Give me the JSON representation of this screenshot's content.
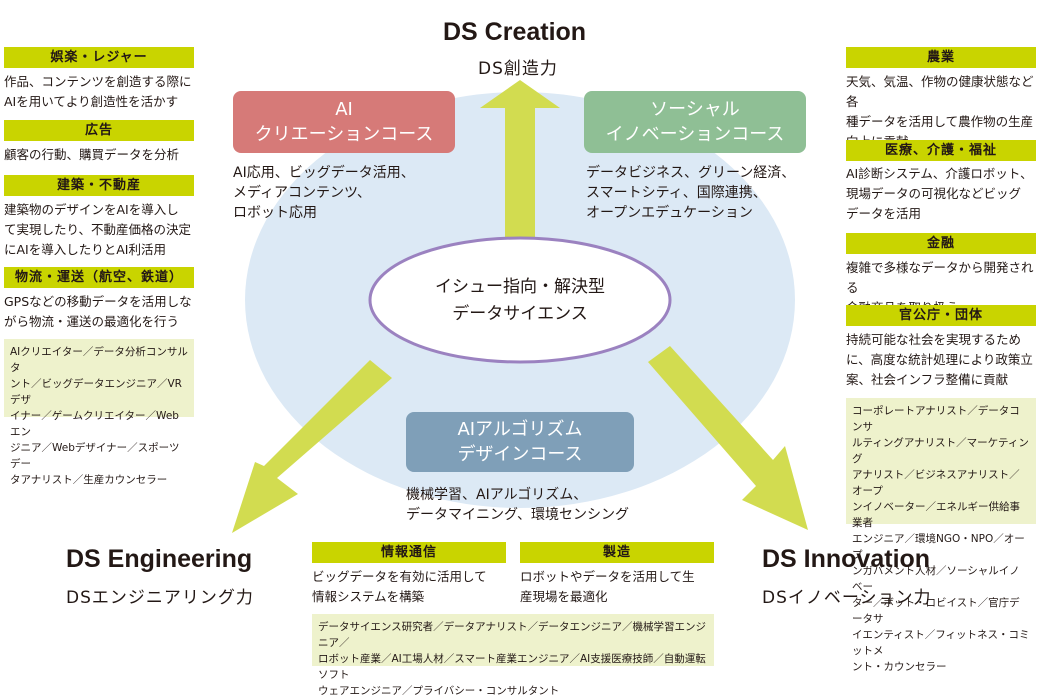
{
  "top": {
    "title": "DS Creation",
    "subtitle": "DS創造力"
  },
  "bottom_left": {
    "title": "DS Engineering",
    "subtitle": "DSエンジニアリング力"
  },
  "bottom_right": {
    "title": "DS Innovation",
    "subtitle": "DSイノベーション力"
  },
  "center": {
    "text": "イシュー指向・解決型\nデータサイエンス"
  },
  "courses": {
    "ai_creation": {
      "label": "AI\nクリエーションコース",
      "color": "#d67a78",
      "desc": "AI応用、ビッグデータ活用、\nメディアコンテンツ、\nロボット応用"
    },
    "social_innovation": {
      "label": "ソーシャル\nイノベーションコース",
      "color": "#8fbf95",
      "desc": "データビジネス、グリーン経済、\nスマートシティ、国際連携、\nオープンエデュケーション"
    },
    "algorithm_design": {
      "label": "AIアルゴリズム\nデザインコース",
      "color": "#7f9fb8",
      "desc": "機械学習、AIアルゴリズム、\nデータマイニング、環境センシング"
    }
  },
  "left_fields": [
    {
      "title": "娯楽・レジャー",
      "text": "作品、コンテンツを創造する際に\nAIを用いてより創造性を活かす"
    },
    {
      "title": "広告",
      "text": "顧客の行動、購買データを分析"
    },
    {
      "title": "建築・不動産",
      "text": "建築物のデザインをAIを導入し\nて実現したり、不動産価格の決定\nにAIを導入したりとAI利活用"
    },
    {
      "title": "物流・運送（航空、鉄道）",
      "text": "GPSなどの移動データを活用しな\nがら物流・運送の最適化を行う"
    }
  ],
  "left_jobs": "AIクリエイター／データ分析コンサルタ\nント／ビッグデータエンジニア／VRデザ\nイナー／ゲームクリエイター／Webエン\nジニア／Webデザイナー／スポーツデー\nタアナリスト／生産カウンセラー",
  "right_fields": [
    {
      "title": "農業",
      "text": "天気、気温、作物の健康状態など各\n種データを活用して農作物の生産\n向上に貢献"
    },
    {
      "title": "医療、介護・福祉",
      "text": "AI診断システム、介護ロボット、\n現場データの可視化などビッグ\nデータを活用"
    },
    {
      "title": "金融",
      "text": "複雑で多様なデータから開発される\n金融商品を取り扱う"
    },
    {
      "title": "官公庁・団体",
      "text": "持続可能な社会を実現するため\nに、高度な統計処理により政策立\n案、社会インフラ整備に貢献"
    }
  ],
  "right_jobs": "コーポレートアナリスト／データコンサ\nルティングアナリスト／マーケティング\nアナリスト／ビジネスアナリスト／オープ\nンイノベーター／エネルギー供給事業者\nエンジニア／環境NGO・NPO／オープ\nンガバメント人材／ソーシャルイノベー\nター／ボット・ロビイスト／官庁データサ\nイエンティスト／フィットネス・コミットメ\nント・カウンセラー",
  "bottom_fields": [
    {
      "title": "情報通信",
      "text": "ビッグデータを有効に活用して\n情報システムを構築"
    },
    {
      "title": "製造",
      "text": "ロボットやデータを活用して生\n産現場を最適化"
    }
  ],
  "bottom_jobs": "データサイエンス研究者／データアナリスト／データエンジニア／機械学習エンジニア／\nロボット産業／AI工場人材／スマート産業エンジニア／AI支援医療技師／自動運転ソフト\nウェアエンジニア／プライバシー・コンサルタント",
  "colors": {
    "accent": "#c9d400",
    "arrow": "#d6e05a",
    "ellipse": "#dce9f5",
    "center_border": "#9b82c0"
  }
}
